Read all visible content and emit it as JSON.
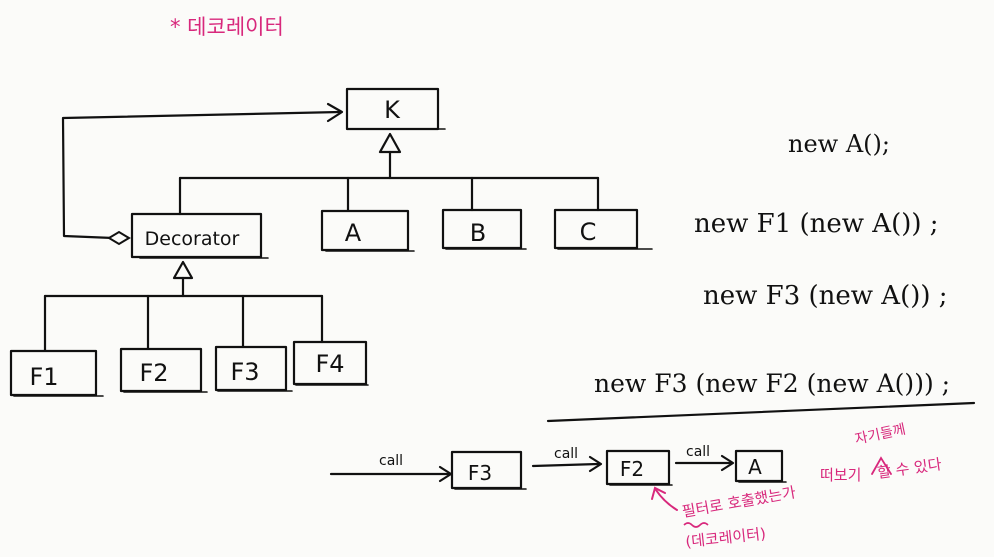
{
  "colors": {
    "ink": "#111111",
    "annotation": "#d8287c",
    "paper": "#fbfbf9"
  },
  "title": "* 데코레이터",
  "nodes": {
    "k": "K",
    "decorator": "Decorator",
    "a": "A",
    "b": "B",
    "c": "C",
    "f1": "F1",
    "f2": "F2",
    "f3": "F3",
    "f4": "F4"
  },
  "code_lines": [
    "new A();",
    "new F1 (new A()) ;",
    "new F3 (new A()) ;",
    "new F3 (new F2 (new A())) ;"
  ],
  "call_chain": {
    "call_label": "call",
    "boxes": [
      "F3",
      "F2",
      "A"
    ]
  },
  "notes": {
    "filter_note": "필터로 호출했는가",
    "decorator_note": "(데코레이터)",
    "duty_prefix": "떠보기",
    "duty_inserted": "자기들께",
    "duty_suffix": "할 수 있다"
  }
}
